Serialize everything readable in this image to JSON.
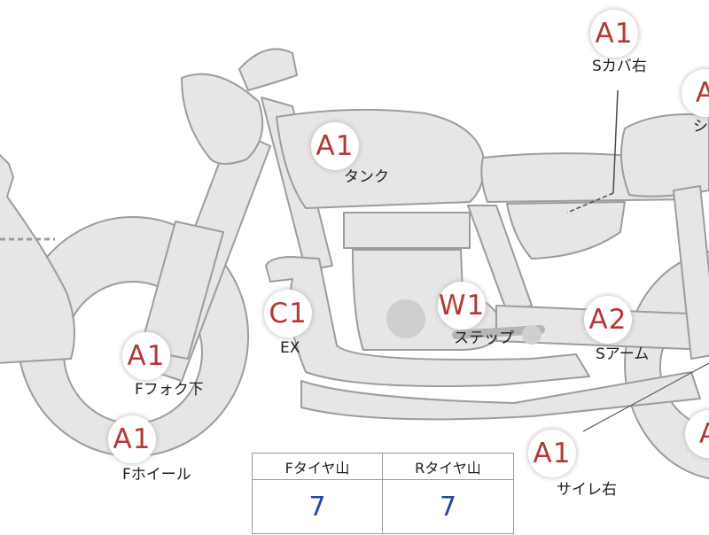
{
  "colors": {
    "grade_text": "#b43838",
    "body_fill": "#e6e6e6",
    "body_stroke": "#9c9c9c",
    "leader_line": "#4a4a4a",
    "tread_value": "#2846a0"
  },
  "markers": [
    {
      "name": "marker-tank",
      "grade": "A1",
      "label": "タンク"
    },
    {
      "name": "marker-side-cover-right",
      "grade": "A1",
      "label": "Sカバ右"
    },
    {
      "name": "marker-seat",
      "grade": "A",
      "label": "シ"
    },
    {
      "name": "marker-exhaust",
      "grade": "C1",
      "label": "EX"
    },
    {
      "name": "marker-step",
      "grade": "W1",
      "label": "ステップ"
    },
    {
      "name": "marker-swing-arm",
      "grade": "A2",
      "label": "Sアーム"
    },
    {
      "name": "marker-front-fork-lower",
      "grade": "A1",
      "label": "Fフォク下"
    },
    {
      "name": "marker-front-wheel",
      "grade": "A1",
      "label": "Fホイール"
    },
    {
      "name": "marker-silencer-right",
      "grade": "A1",
      "label": "サイレ右"
    },
    {
      "name": "marker-rear-edge",
      "grade": "A",
      "label": ""
    }
  ],
  "tread_table": {
    "front_header": "Fタイヤ山",
    "rear_header": "Rタイヤ山",
    "front_value": "7",
    "rear_value": "7"
  }
}
